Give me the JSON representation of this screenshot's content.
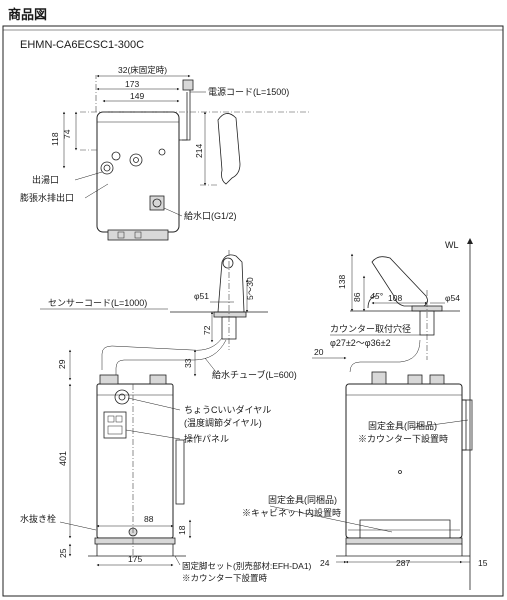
{
  "header": {
    "title": "商品図"
  },
  "model": "EHMN-CA6ECSC1-300C",
  "top_view": {
    "dims": {
      "d32": "32(床固定時)",
      "d173": "173",
      "d149": "149",
      "d74": "74",
      "d118": "118",
      "d214": "214"
    },
    "labels": {
      "power_cord": "電源コード(L=1500)",
      "outlet": "出湯口",
      "expansion_drain": "膨張水排出口",
      "water_inlet": "給水口(G1/2)"
    }
  },
  "faucet_view": {
    "dims": {
      "d51": "φ51",
      "d5_30": "5〜30",
      "d72": "72",
      "d29": "29",
      "d33": "33",
      "d401": "401",
      "d88": "88",
      "d18": "18",
      "d25": "25",
      "d175": "175"
    },
    "labels": {
      "sensor_cord": "センサーコード(L=1000)",
      "supply_tube": "給水チューブ(L=600)",
      "dial": "ちょうCいいダイヤル",
      "dial_sub": "(温度調節ダイヤル)",
      "panel": "操作パネル",
      "drain_plug": "水抜き栓",
      "bracket_set": "固定脚セット(別売部材:EFH-DA1)",
      "under_counter": "※カウンター下設置時"
    }
  },
  "side_view": {
    "dims": {
      "d138": "138",
      "d86": "86",
      "d45": "45°",
      "d108": "108",
      "d54": "φ54",
      "d20": "20",
      "d24": "24",
      "d287": "287",
      "d15": "15"
    },
    "labels": {
      "wl": "WL",
      "counter_hole": "カウンター取付穴径",
      "hole_size": "φ27±2〜φ36±2",
      "bracket1": "固定金具(同梱品)",
      "bracket1_note": "※カウンター下設置時",
      "bracket2": "固定金具(同梱品)",
      "bracket2_note": "※キャビネット内設置時"
    }
  }
}
